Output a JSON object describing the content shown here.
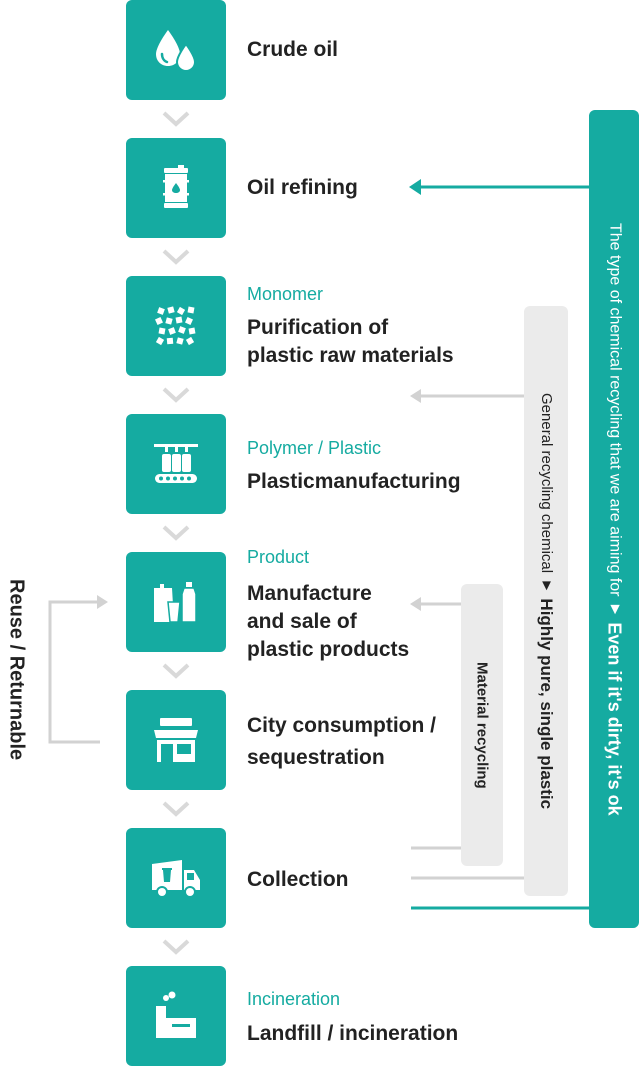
{
  "steps": [
    {
      "category": "",
      "title": [
        "Crude oil"
      ],
      "icon": "oil-drops-icon"
    },
    {
      "category": "",
      "title": [
        "Oil refining"
      ],
      "icon": "oil-barrel-icon"
    },
    {
      "category": "Monomer",
      "title": [
        "Purification of",
        "plastic raw materials"
      ],
      "icon": "pellets-icon"
    },
    {
      "category": "Polymer / Plastic",
      "title": [
        "Plasticmanufacturing"
      ],
      "icon": "bottling-line-icon"
    },
    {
      "category": "Product",
      "title": [
        "Manufacture",
        "and sale of",
        "plastic products"
      ],
      "icon": "plastic-products-icon"
    },
    {
      "category": "",
      "title": [
        "City consumption /",
        "sequestration"
      ],
      "icon": "store-icon"
    },
    {
      "category": "",
      "title": [
        "Collection"
      ],
      "icon": "garbage-truck-icon"
    },
    {
      "category": "Incineration",
      "title": [
        "Landfill / incineration"
      ],
      "icon": "incinerator-icon"
    }
  ],
  "loops": {
    "reuse": "Reuse / Returnable",
    "material": "Material recycling",
    "general_prefix": "General recycling chemical ▼",
    "general_bold": "Highly pure, single plastic",
    "aim_prefix": "The type of chemical recycling that we are aiming for ▼",
    "aim_bold": "Even if it's dirty, it's ok"
  },
  "colors": {
    "teal": "#15ABA1",
    "gray_bar": "#EBEBEB",
    "gray_line": "#CFCFCF",
    "text": "#222222"
  }
}
